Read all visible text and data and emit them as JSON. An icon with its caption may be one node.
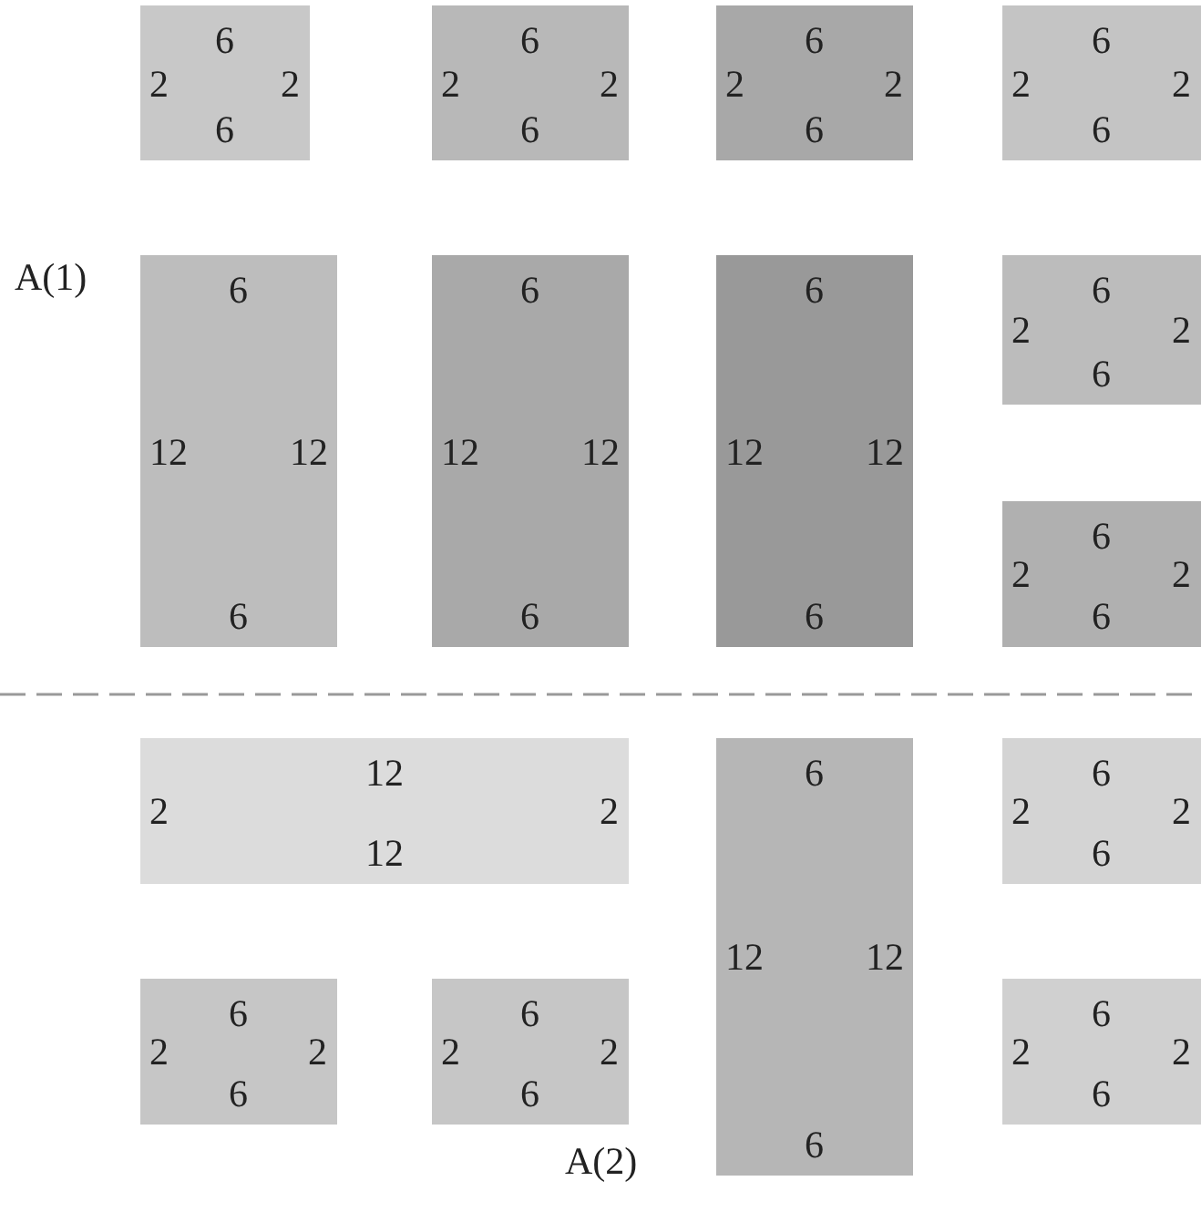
{
  "diagram": {
    "nodes": [
      {
        "text": [
          "6",
          "2",
          "2",
          "6"
        ]
      },
      {
        "text": [
          "6",
          "2",
          "2",
          "6"
        ]
      },
      {
        "text": [
          "6",
          "2",
          "2",
          "6"
        ]
      },
      {
        "text": [
          "6",
          "2",
          "2",
          "6"
        ]
      },
      {
        "text": [
          "6",
          "12",
          "12",
          "6"
        ]
      },
      {
        "text": [
          "6",
          "12",
          "12",
          "6"
        ]
      },
      {
        "text": [
          "6",
          "12",
          "12",
          "6"
        ]
      },
      {
        "text": [
          "6",
          "2",
          "2",
          "6"
        ]
      },
      {
        "text": [
          "6",
          "2",
          "2",
          "6"
        ]
      },
      {
        "text": [
          "12",
          "2",
          "2",
          "12"
        ]
      },
      {
        "text": [
          "6",
          "12",
          "12",
          "6"
        ]
      },
      {
        "text": [
          "6",
          "2",
          "2",
          "6"
        ]
      },
      {
        "text": [
          "6",
          "2",
          "2",
          "6"
        ]
      },
      {
        "text": [
          "6",
          "2",
          "2",
          "6"
        ]
      },
      {
        "text": [
          "6",
          "2",
          "2",
          "6"
        ]
      }
    ],
    "labels": [
      "A(1)",
      "A(2)"
    ]
  }
}
